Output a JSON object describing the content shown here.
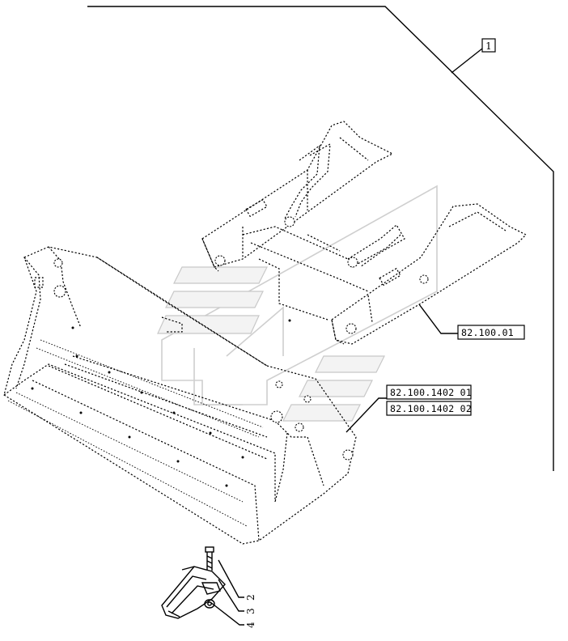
{
  "diagram": {
    "callout_box_label": "1",
    "references": [
      {
        "id": "ref-arms",
        "label": "82.100.01"
      },
      {
        "id": "ref-bucket-1",
        "label": "82.100.1402 01"
      },
      {
        "id": "ref-bucket-2",
        "label": "82.100.1402 02"
      }
    ],
    "part_numbers": [
      {
        "id": "part-bolt",
        "label": "2"
      },
      {
        "id": "part-tooth",
        "label": "3"
      },
      {
        "id": "part-nut",
        "label": "4"
      }
    ]
  }
}
